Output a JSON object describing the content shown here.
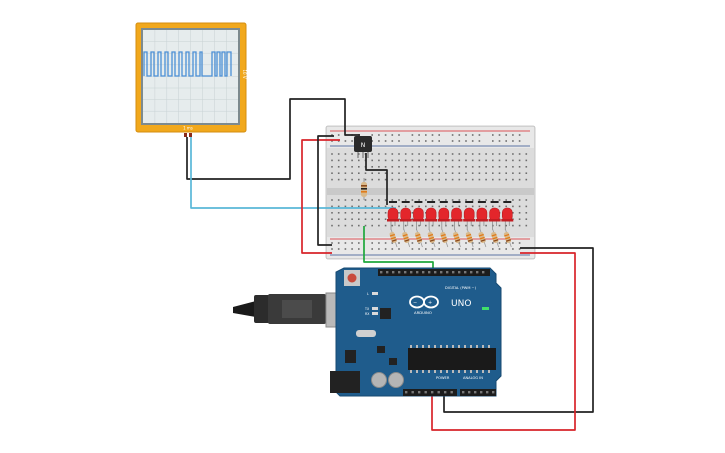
{
  "oscilloscope": {
    "time_label": "1 ms",
    "scale_label": "10 V",
    "signal": "square-wave"
  },
  "transistor": {
    "label": "N"
  },
  "arduino": {
    "brand": "ARDUINO",
    "model": "UNO",
    "digital_label": "DIGITAL (PWM ~)",
    "power_label": "POWER",
    "analog_label": "ANALOG IN",
    "tx_label": "TX",
    "rx_label": "RX",
    "l_label": "L"
  },
  "leds": {
    "count": 10,
    "color": "#e3262b"
  },
  "colors": {
    "wire_red": "#d8242a",
    "wire_black": "#222222",
    "wire_green": "#1ea83c",
    "wire_cyan": "#59b8d8",
    "board_blue": "#1f5c8c",
    "scope_frame": "#f1a81c"
  }
}
